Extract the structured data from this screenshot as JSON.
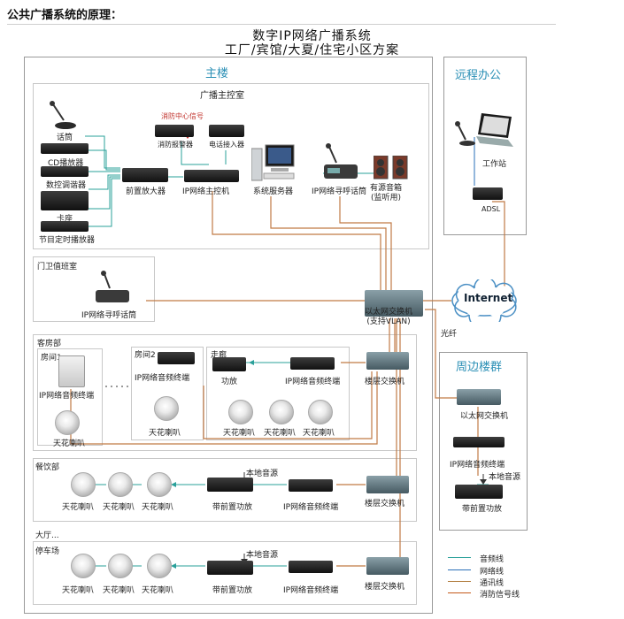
{
  "page_heading": "公共广播系统的原理：",
  "title": {
    "line1": "数字IP网络广播系统",
    "line2": "工厂/宾馆/大夏/住宅小区方案"
  },
  "sections": {
    "main_building": "主楼",
    "remote_office": "远程办公",
    "nearby_buildings": "周边楼群"
  },
  "control_room": {
    "title": "广播主控室",
    "fire_signal": "消防中心信号",
    "mic": "话筒",
    "cd": "CD播放器",
    "tuner": "数控调谐器",
    "deck": "卡座",
    "timer": "节目定时播放器",
    "pre_amp": "前置放大器",
    "fire_alarm": "消防报警器",
    "phone_interface": "电话接入器",
    "ip_host": "IP网络主控机",
    "server": "系统服务器",
    "ip_paging_station": "IP网络寻呼话筒",
    "active_speaker": "有源音箱\n(监听用)"
  },
  "remote": {
    "workstation": "工作站",
    "adsl": "ADSL"
  },
  "internet": "Internet",
  "fiber": "光纤",
  "guard_room": {
    "title": "门卫值班室",
    "paging": "IP网络寻呼话筒"
  },
  "main_switch": "以太网交换机\n(支持VLAN)",
  "guest_room": {
    "title": "客房部",
    "room1": "房间1",
    "room2": "房间2",
    "corridor": "走廊",
    "ip_terminal_1": "IP网络音频终端",
    "ceiling_1": "天花喇叭",
    "ip_terminal_2": "IP网络音频终端",
    "ceiling_2": "天花喇叭",
    "amp": "功放",
    "ip_terminal_3": "IP网络音频终端",
    "floor_switch": "楼层交换机",
    "ceiling_row": [
      "天花喇叭",
      "天花喇叭",
      "天花喇叭"
    ]
  },
  "restaurant": {
    "title": "餐饮部",
    "local_source": "本地音源",
    "amp": "带前置功放",
    "ip_terminal": "IP网络音频终端",
    "floor_switch": "楼层交换机",
    "ceiling_row": [
      "天花喇叭",
      "天花喇叭",
      "天花喇叭"
    ]
  },
  "hall_label": "大厅...",
  "parking": {
    "title": "停车场",
    "local_source": "本地音源",
    "amp": "带前置功放",
    "ip_terminal": "IP网络音频终端",
    "floor_switch": "楼层交换机",
    "ceiling_row": [
      "天花喇叭",
      "天花喇叭",
      "天花喇叭"
    ]
  },
  "nearby": {
    "switch": "以太网交换机",
    "ip_terminal": "IP网络音频终端",
    "local_source": "本地音源",
    "amp": "带前置功放"
  },
  "legend": [
    {
      "label": "音频线",
      "color": "#2aa09a"
    },
    {
      "label": "网络线",
      "color": "#2a6fb8"
    },
    {
      "label": "通讯线",
      "color": "#b07a3a"
    },
    {
      "label": "消防信号线",
      "color": "#c45a1a"
    }
  ],
  "colors": {
    "audio": "#2aa09a",
    "network": "#c07a45",
    "blue": "#2a6fb8",
    "fire": "#c0302a",
    "accent": "#2a8fb5"
  }
}
